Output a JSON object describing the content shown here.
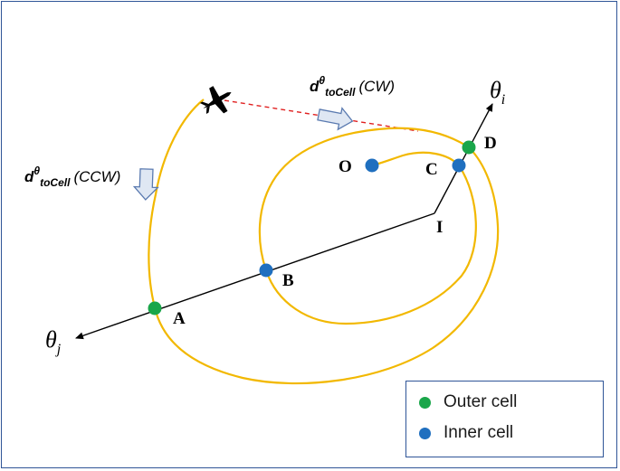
{
  "labels": {
    "theta_i": {
      "base": "θ",
      "sub": "i"
    },
    "theta_j": {
      "base": "θ",
      "sub": "j"
    },
    "point_a": "A",
    "point_b": "B",
    "point_c": "C",
    "point_d": "D",
    "point_i": "I",
    "point_o": "O",
    "dist_cw": {
      "base": "d",
      "sup": "θ",
      "sub": "toCell",
      "suffix": "(CW)"
    },
    "dist_ccw": {
      "base": "d",
      "sup": "θ",
      "sub": "toCell",
      "suffix": "(CCW)"
    }
  },
  "legend": {
    "outer_label": "Outer cell",
    "inner_label": "Inner cell"
  },
  "colors": {
    "path": "#f2b800",
    "outer_cell": "#1aa64a",
    "inner_cell": "#1f6fbf",
    "frame": "#2f5597",
    "dashed_line": "#e02020",
    "arrow_fill": "#dfe7f3",
    "arrow_stroke": "#5a7ab0"
  },
  "icons": {
    "aircraft": "airplane-icon"
  }
}
